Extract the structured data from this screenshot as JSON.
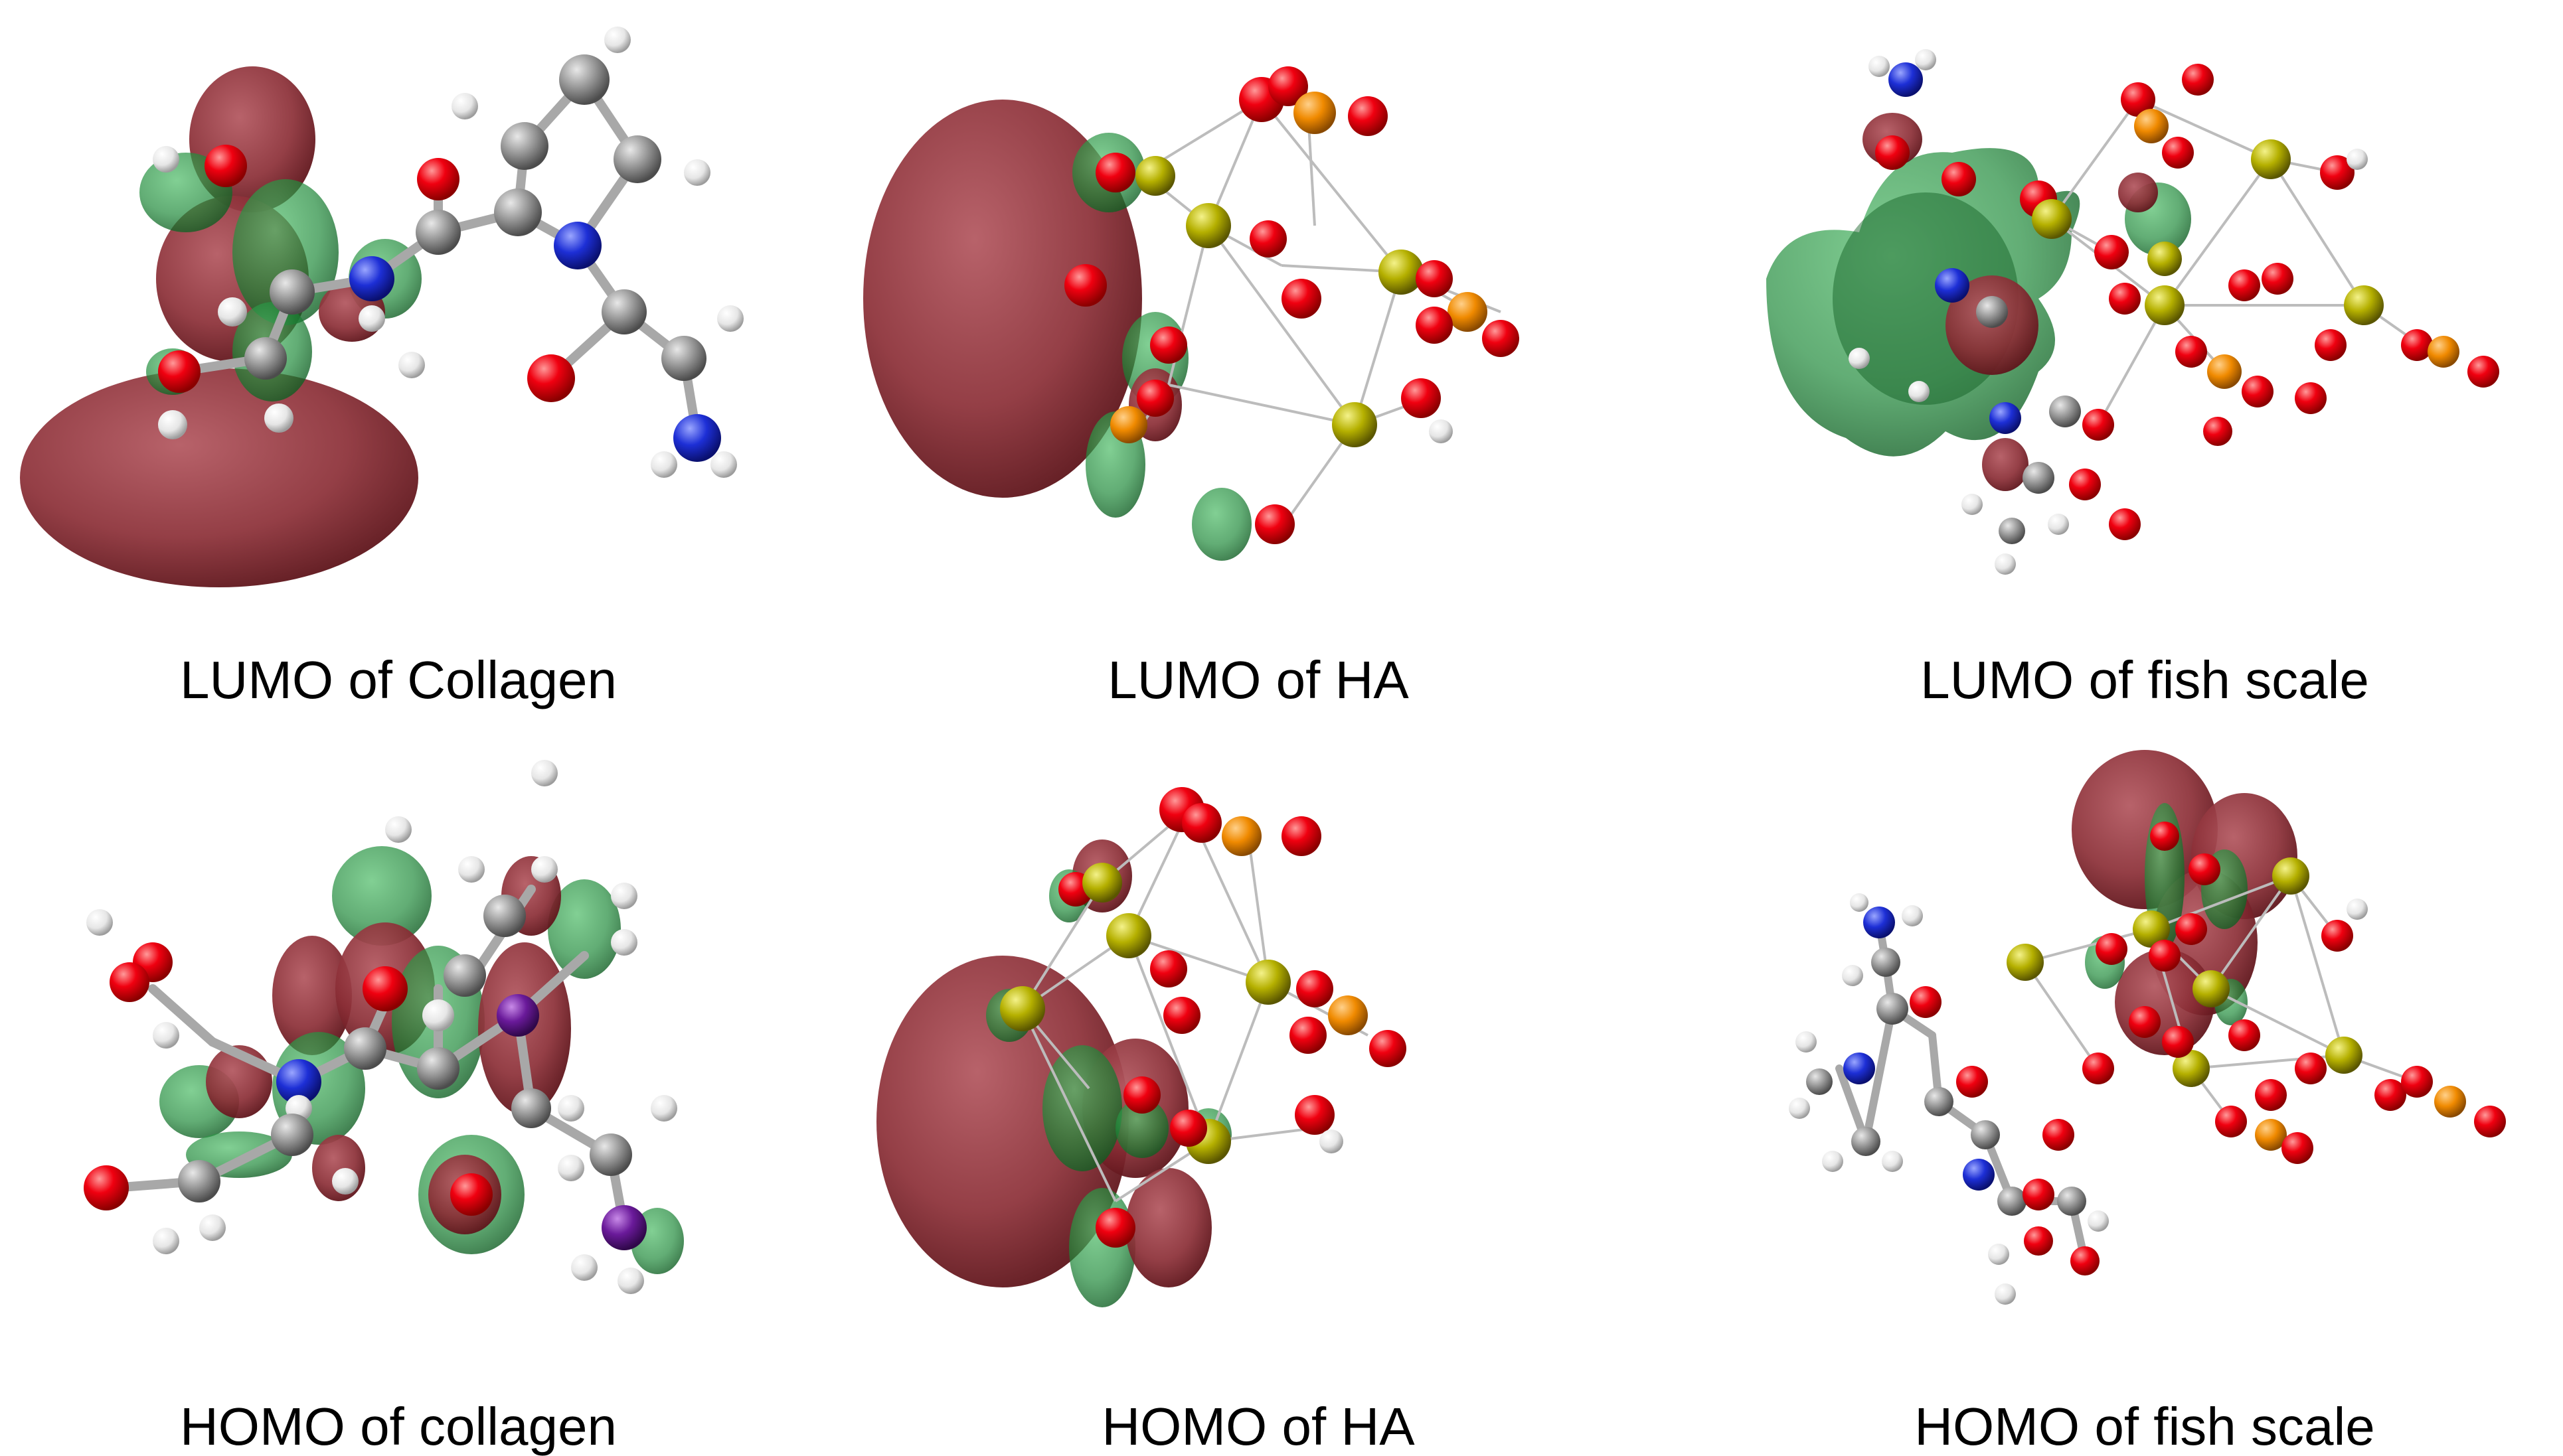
{
  "figure": {
    "panels": [
      {
        "caption": "LUMO of Collagen"
      },
      {
        "caption": "LUMO of HA"
      },
      {
        "caption": "LUMO of fish scale"
      },
      {
        "caption": "HOMO of collagen"
      },
      {
        "caption": "HOMO of HA"
      },
      {
        "caption": "HOMO of fish scale"
      }
    ]
  },
  "colors": {
    "background": "#ffffff",
    "orbital_positive": "#8b2e36",
    "orbital_negative": "#1f8a3a",
    "oxygen": "#e0000b",
    "hydrogen": "#f2f2f2",
    "carbon": "#9a9a9a",
    "nitrogen": "#1d2fd6",
    "phosphorus": "#f08a00",
    "calcium": "#b5b000",
    "bond": "#a8a8a8"
  }
}
